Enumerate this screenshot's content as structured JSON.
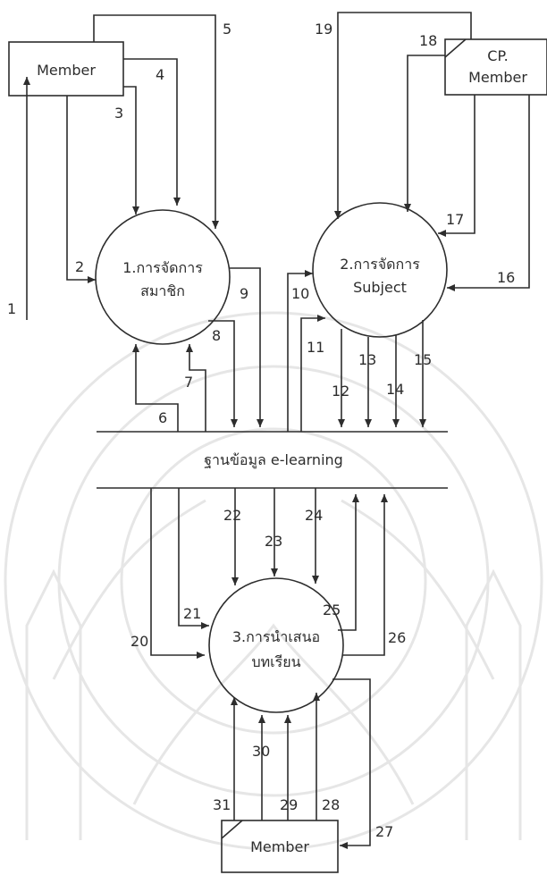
{
  "diagram": {
    "entities": [
      {
        "id": "member_top",
        "label": "Member"
      },
      {
        "id": "cp_member",
        "label_line1": "CP.",
        "label_line2": "Member"
      },
      {
        "id": "member_bottom",
        "label": "Member"
      }
    ],
    "processes": [
      {
        "id": "p1",
        "line1": "1.การจัดการ",
        "line2": "สมาชิก"
      },
      {
        "id": "p2",
        "line1": "2.การจัดการ",
        "line2": "Subject"
      },
      {
        "id": "p3",
        "line1": "3.การนำเสนอ",
        "line2": "บทเรียน"
      }
    ],
    "datastore": {
      "label": "ฐานข้อมูล e-learning"
    },
    "flow_numbers": [
      "1",
      "2",
      "3",
      "4",
      "5",
      "6",
      "7",
      "8",
      "9",
      "10",
      "11",
      "12",
      "13",
      "14",
      "15",
      "16",
      "17",
      "18",
      "19",
      "20",
      "21",
      "22",
      "23",
      "24",
      "25",
      "26",
      "27",
      "28",
      "29",
      "30",
      "31"
    ]
  },
  "colors": {
    "ink": "#2d2d2d",
    "watermark": "#e7e7e7"
  }
}
